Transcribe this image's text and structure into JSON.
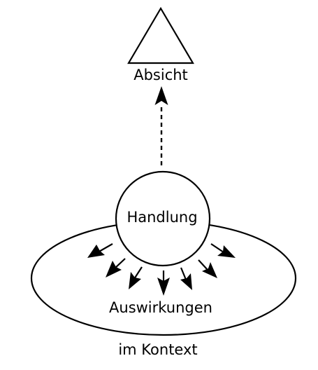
{
  "diagram": {
    "labels": {
      "intention": "Absicht",
      "action": "Handlung",
      "effects": "Auswirkungen",
      "context": "im Kontext"
    },
    "colors": {
      "stroke": "#000000",
      "background": "#ffffff"
    }
  }
}
